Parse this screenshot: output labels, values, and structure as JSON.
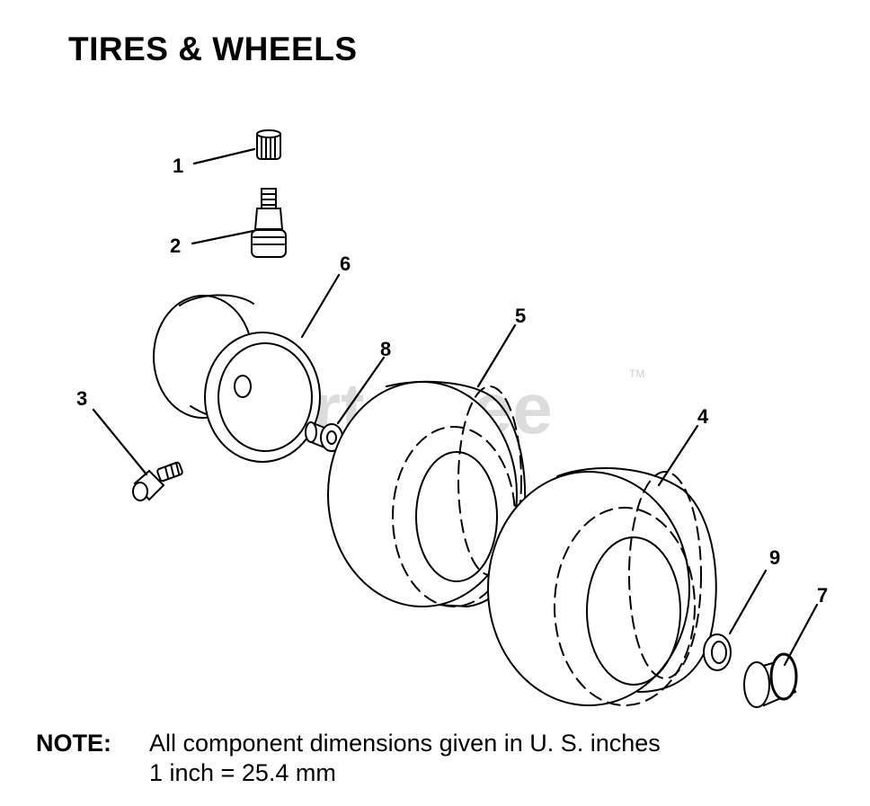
{
  "title": "TIRES & WHEELS",
  "watermark": {
    "text": "PartsTree",
    "trademark": "TM"
  },
  "callouts": {
    "p1": "1",
    "p2": "2",
    "p3": "3",
    "p4": "4",
    "p5": "5",
    "p6": "6",
    "p7": "7",
    "p8": "8",
    "p9": "9"
  },
  "note": {
    "label": "NOTE:",
    "line1": "All component dimensions given in U. S. inches",
    "line2": "1 inch = 25.4 mm"
  }
}
